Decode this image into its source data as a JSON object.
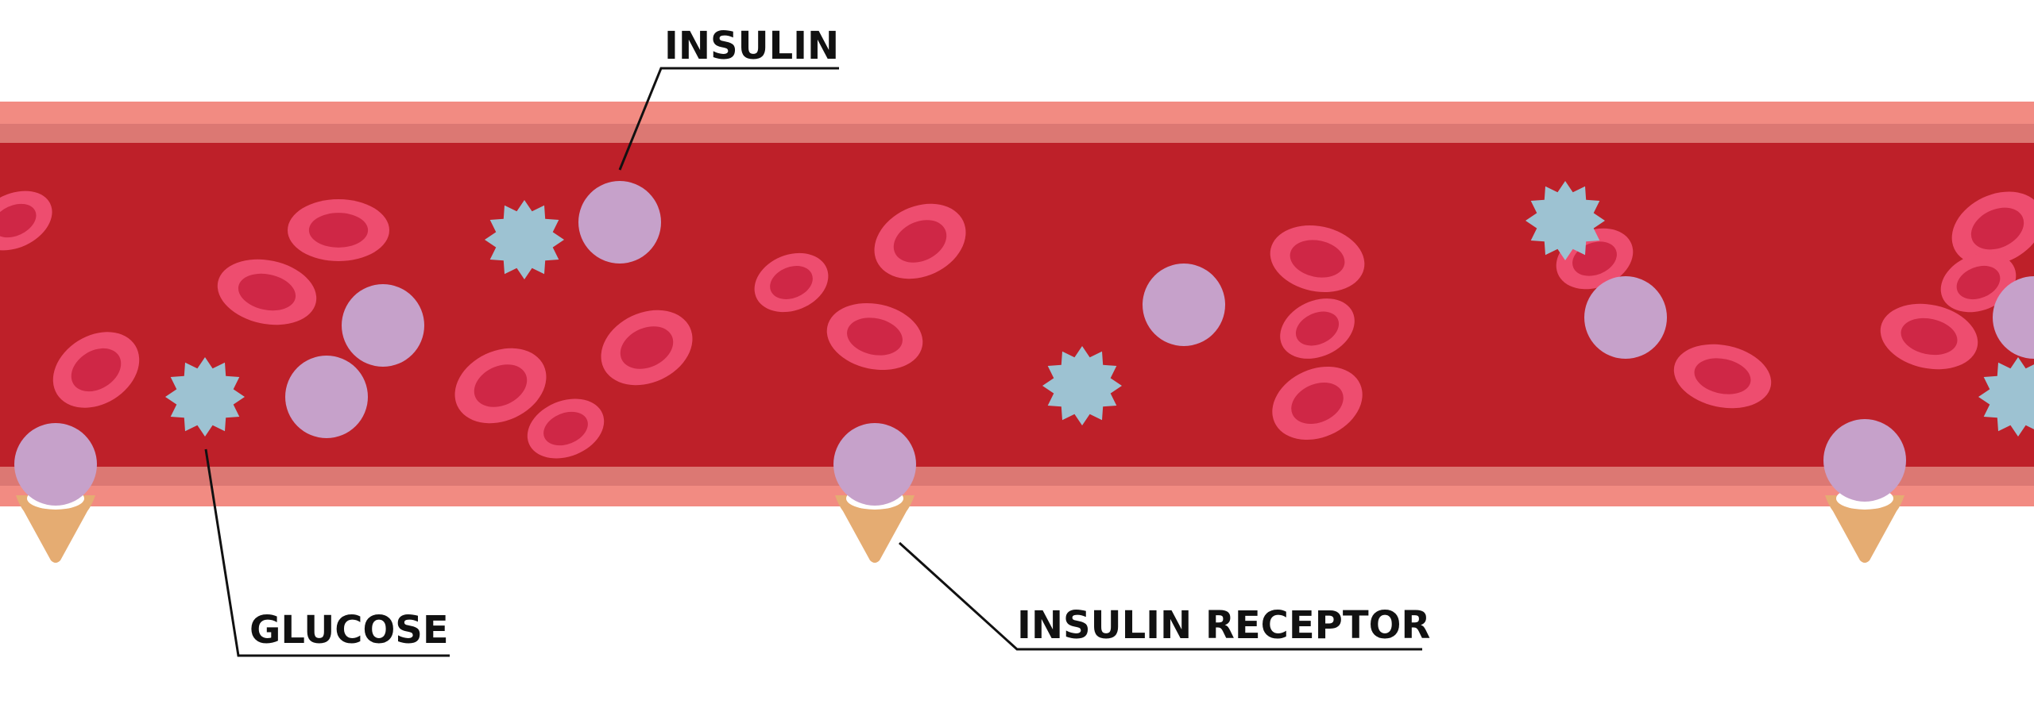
{
  "labels": {
    "insulin": "INSULIN",
    "glucose": "GLUCOSE",
    "insulin_receptor": "INSULIN RECEPTOR"
  },
  "colors": {
    "vessel_outer": "#F28B82",
    "vessel_inner_band": "#DC7873",
    "blood": "#BE2029",
    "rbc_rim": "#EE4D6F",
    "rbc_center": "#CF2746",
    "insulin": "#C6A1CA",
    "glucose": "#9DC2D2",
    "receptor": "#E5AC72",
    "leader": "#111111"
  },
  "icons": {
    "insulin": "insulin-molecule-icon",
    "glucose": "glucose-molecule-icon",
    "receptor": "insulin-receptor-icon",
    "cell": "red-blood-cell-icon"
  }
}
